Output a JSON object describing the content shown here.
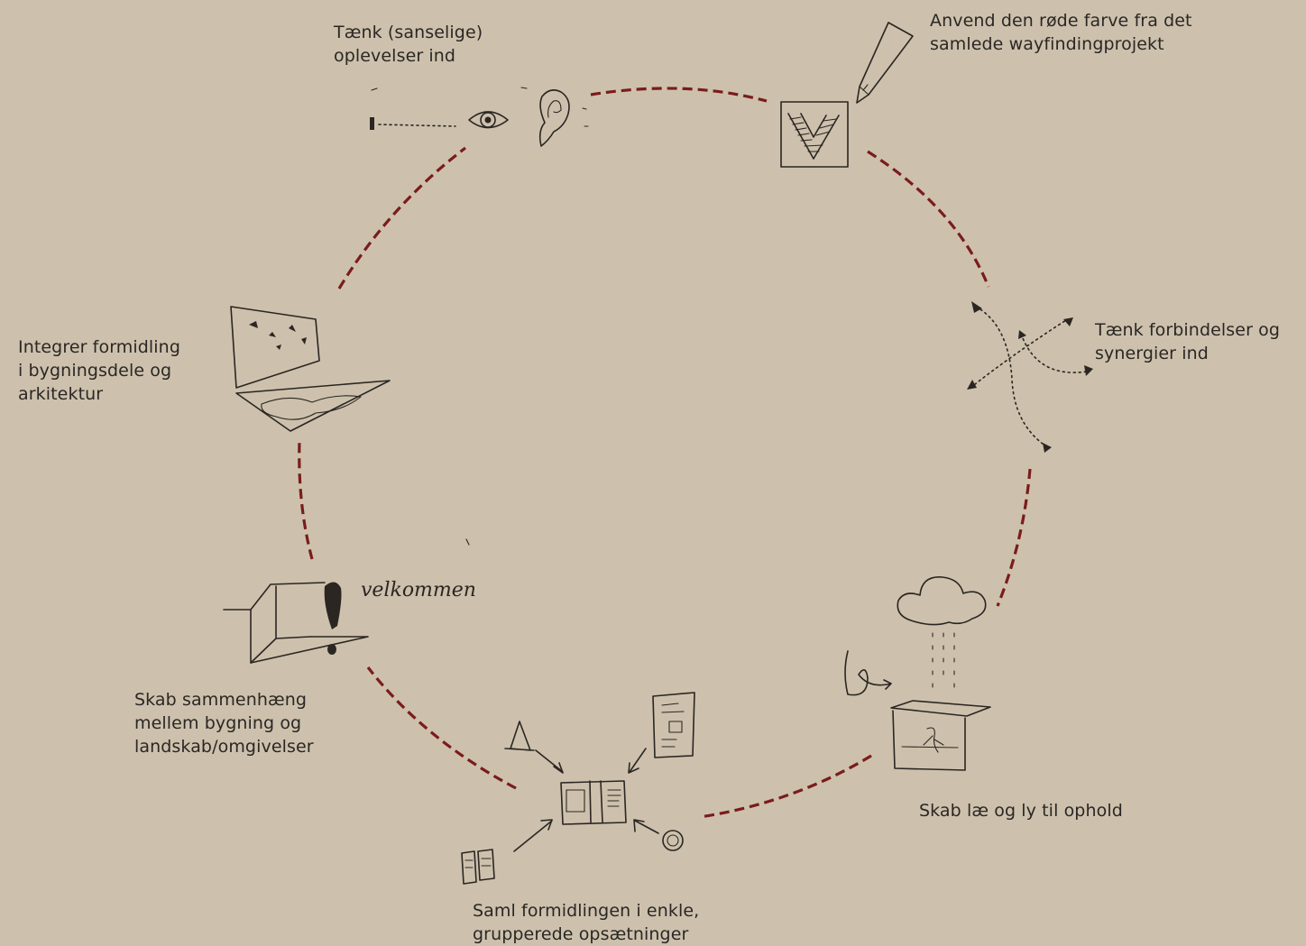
{
  "cycle": {
    "connector_color": "#7a1c1c",
    "steps": [
      {
        "id": "sensory",
        "icon": "eye-and-ear-icon",
        "lines": [
          "Tænk (sanselige)",
          "oplevelser ind"
        ]
      },
      {
        "id": "red-color",
        "icon": "pencil-v-sign-icon",
        "lines": [
          "Anvend den røde farve fra det",
          "samlede wayfindingprojekt"
        ]
      },
      {
        "id": "connections",
        "icon": "dotted-arrows-network-icon",
        "lines": [
          "Tænk forbindelser og",
          "synergier ind"
        ]
      },
      {
        "id": "shelter",
        "icon": "cloud-rain-shelter-icon",
        "lines": [
          "Skab læ og ly til ophold"
        ]
      },
      {
        "id": "grouped",
        "icon": "grouped-display-boards-icon",
        "lines": [
          "Saml formidlingen i enkle,",
          "grupperede opsætninger"
        ]
      },
      {
        "id": "landscape",
        "icon": "building-landscape-exclamation-icon",
        "lines": [
          "Skab sammenhæng",
          "mellem bygning og",
          "landskab/omgivelser"
        ]
      },
      {
        "id": "architecture",
        "icon": "wall-and-floor-map-icon",
        "lines": [
          "Integrer formidling",
          "i bygningsdele og",
          "arkitektur"
        ]
      }
    ],
    "handwritten_note": "velkommen"
  }
}
